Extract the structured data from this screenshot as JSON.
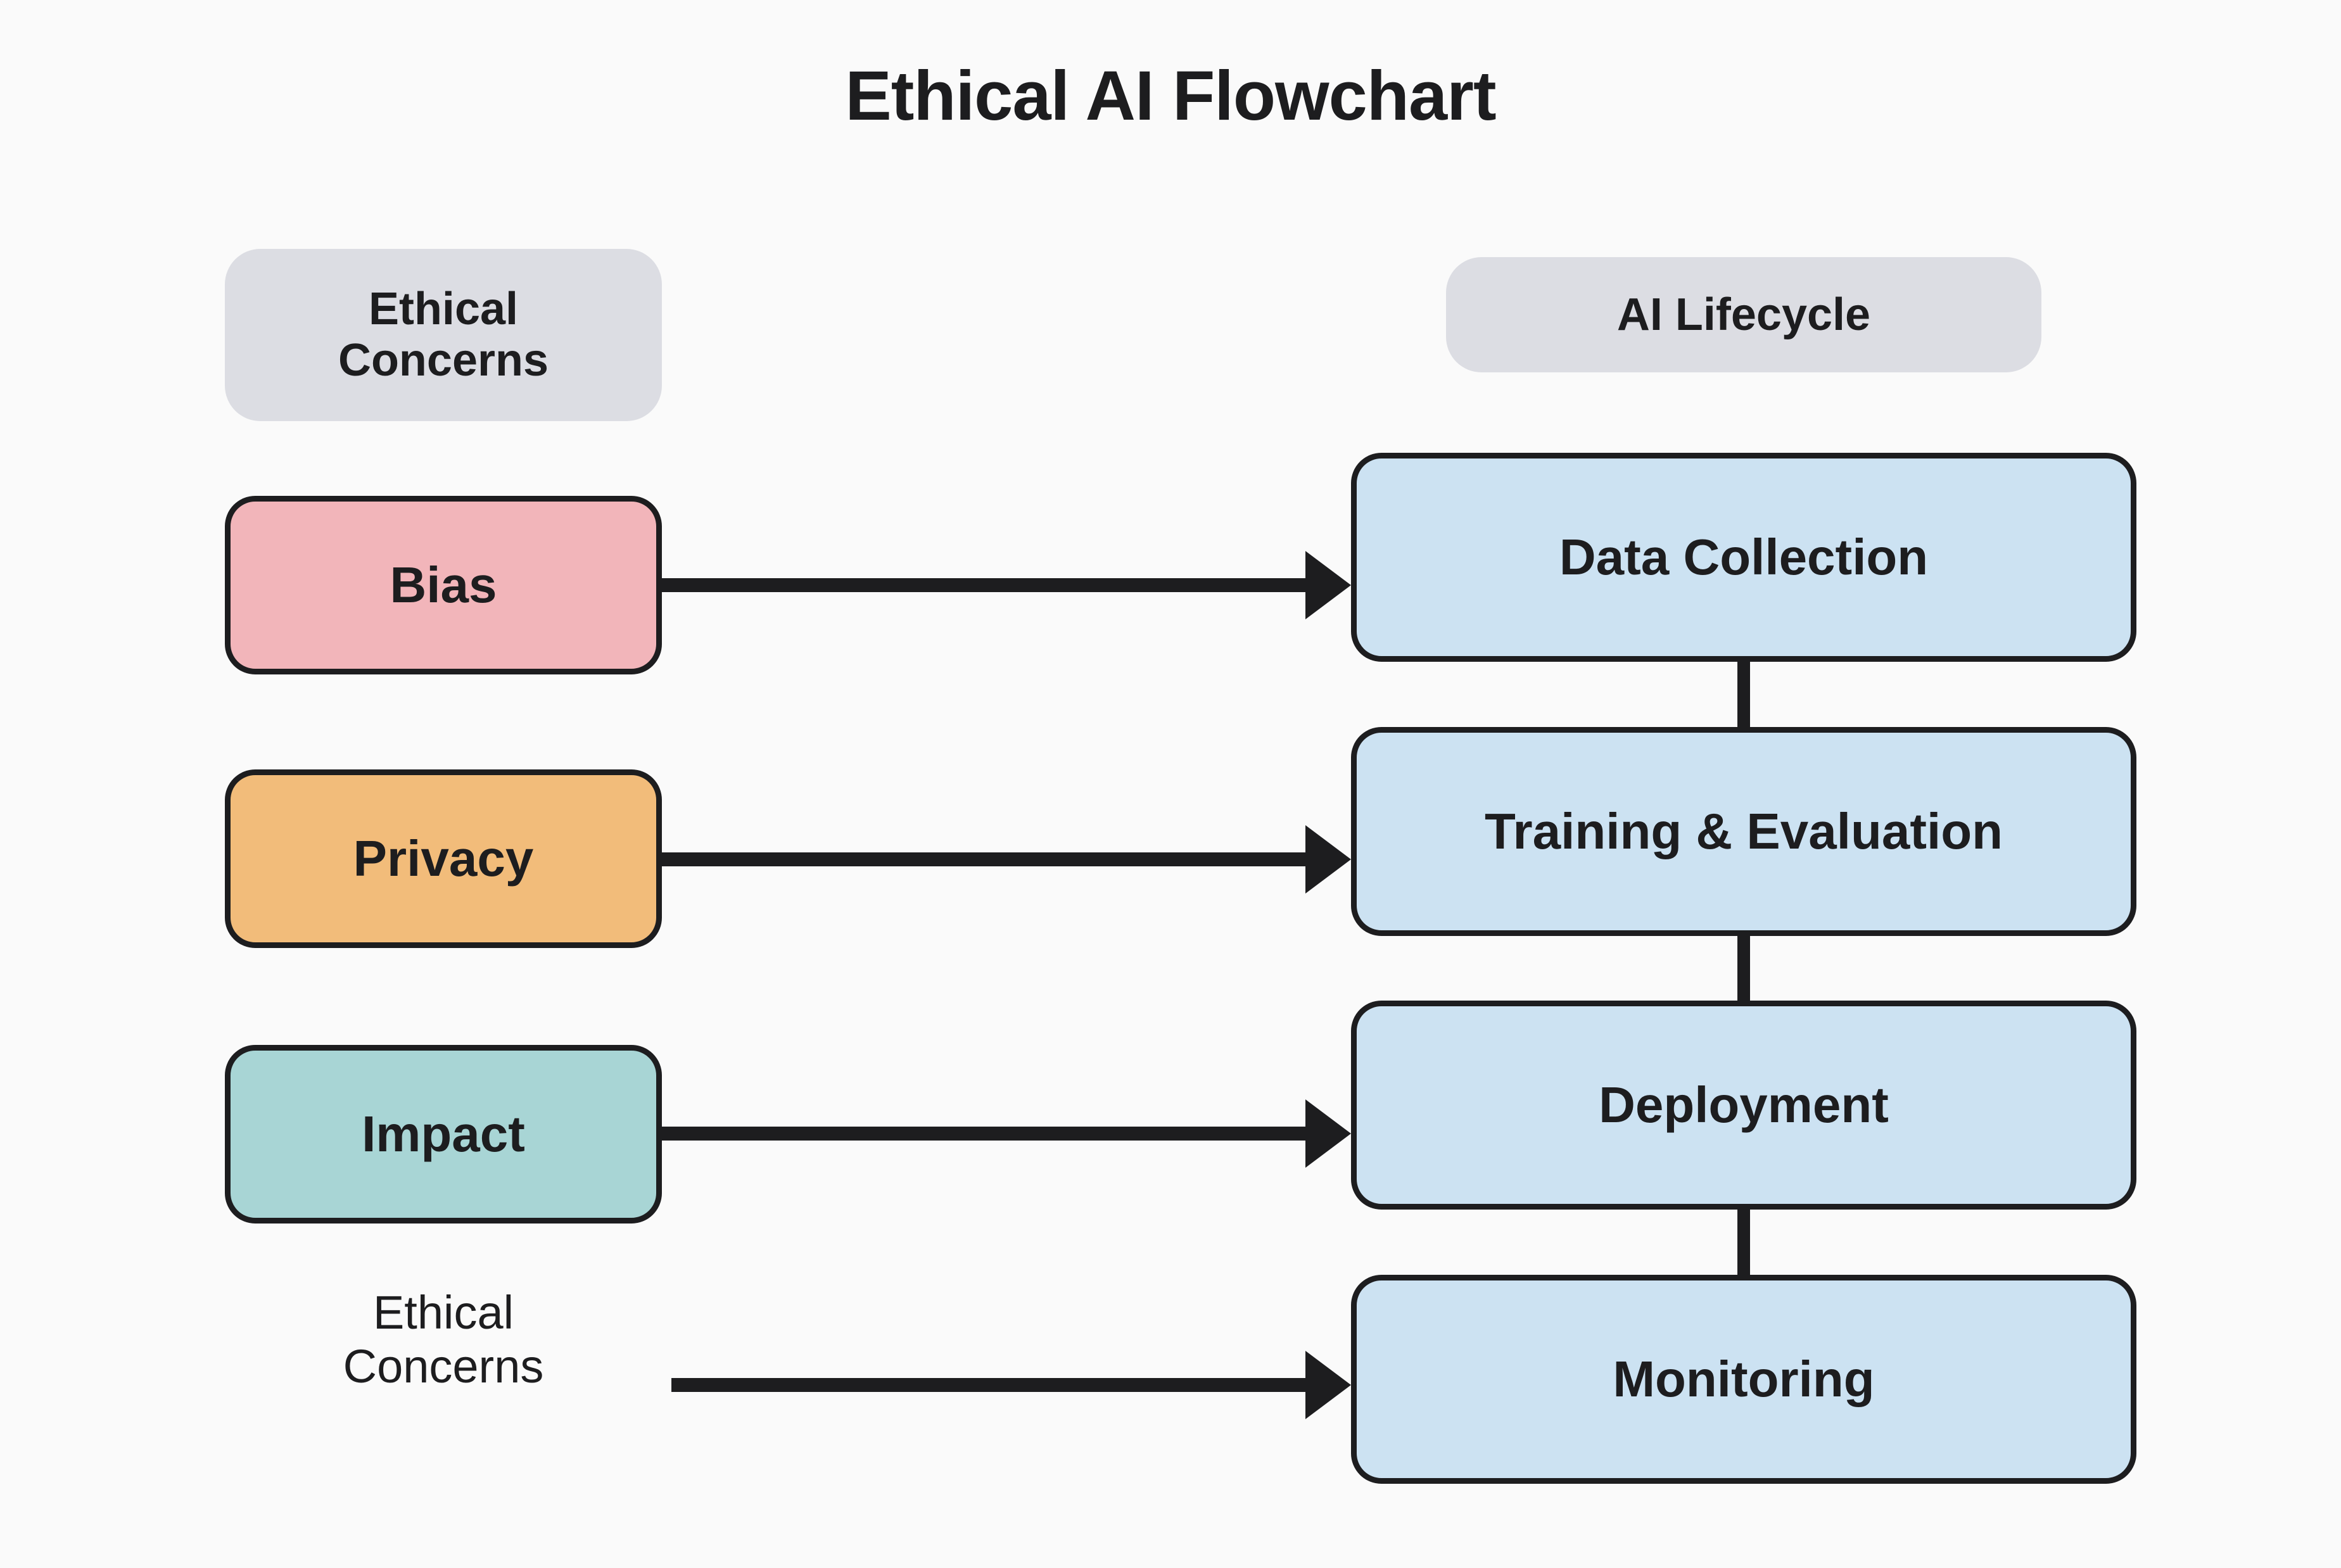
{
  "title": "Ethical AI Flowchart",
  "columns": {
    "left_header": "Ethical\nConcerns",
    "left_header_line1": "Ethical",
    "left_header_line2": "Concerns",
    "right_header": "AI Lifecycle"
  },
  "colors": {
    "background": "#fafafa",
    "header_pill": "#dcdde3",
    "border": "#1d1d1f",
    "text": "#1d1d1f",
    "bias": "#f2b5ba",
    "privacy": "#f2bc7a",
    "impact": "#a8d5d5",
    "lifecycle": "#cce2f2",
    "arrow": "#1d1d1f"
  },
  "chart_data": {
    "type": "flowchart",
    "title": "Ethical AI Flowchart",
    "lanes": [
      {
        "name": "Ethical Concerns",
        "side": "left"
      },
      {
        "name": "AI Lifecycle",
        "side": "right"
      }
    ],
    "nodes": [
      {
        "id": "bias",
        "label": "Bias",
        "lane": "Ethical Concerns",
        "color": "#f2b5ba",
        "boxed": true
      },
      {
        "id": "privacy",
        "label": "Privacy",
        "lane": "Ethical Concerns",
        "color": "#f2bc7a",
        "boxed": true
      },
      {
        "id": "impact",
        "label": "Impact",
        "lane": "Ethical Concerns",
        "color": "#a8d5d5",
        "boxed": true
      },
      {
        "id": "concerns",
        "label": "Ethical Concerns",
        "lane": "Ethical Concerns",
        "color": "none",
        "boxed": false
      },
      {
        "id": "collection",
        "label": "Data Collection",
        "lane": "AI Lifecycle",
        "color": "#cce2f2",
        "boxed": true
      },
      {
        "id": "training",
        "label": "Training & Evaluation",
        "lane": "AI Lifecycle",
        "color": "#cce2f2",
        "boxed": true
      },
      {
        "id": "deployment",
        "label": "Deployment",
        "lane": "AI Lifecycle",
        "color": "#cce2f2",
        "boxed": true
      },
      {
        "id": "monitoring",
        "label": "Monitoring",
        "lane": "AI Lifecycle",
        "color": "#cce2f2",
        "boxed": true
      }
    ],
    "edges": [
      {
        "from": "bias",
        "to": "collection",
        "style": "arrow",
        "direction": "horizontal"
      },
      {
        "from": "privacy",
        "to": "training",
        "style": "arrow",
        "direction": "horizontal"
      },
      {
        "from": "impact",
        "to": "deployment",
        "style": "arrow",
        "direction": "horizontal"
      },
      {
        "from": "concerns",
        "to": "monitoring",
        "style": "arrow",
        "direction": "horizontal"
      },
      {
        "from": "collection",
        "to": "training",
        "style": "line",
        "direction": "vertical"
      },
      {
        "from": "training",
        "to": "deployment",
        "style": "line",
        "direction": "vertical"
      },
      {
        "from": "deployment",
        "to": "monitoring",
        "style": "line",
        "direction": "vertical"
      }
    ]
  },
  "concerns": [
    {
      "label": "Bias"
    },
    {
      "label": "Privacy"
    },
    {
      "label": "Impact"
    },
    {
      "label_line1": "Ethical",
      "label_line2": "Concerns"
    }
  ],
  "lifecycle": [
    {
      "label": "Data Collection"
    },
    {
      "label": "Training & Evaluation"
    },
    {
      "label": "Deployment"
    },
    {
      "label": "Monitoring"
    }
  ]
}
